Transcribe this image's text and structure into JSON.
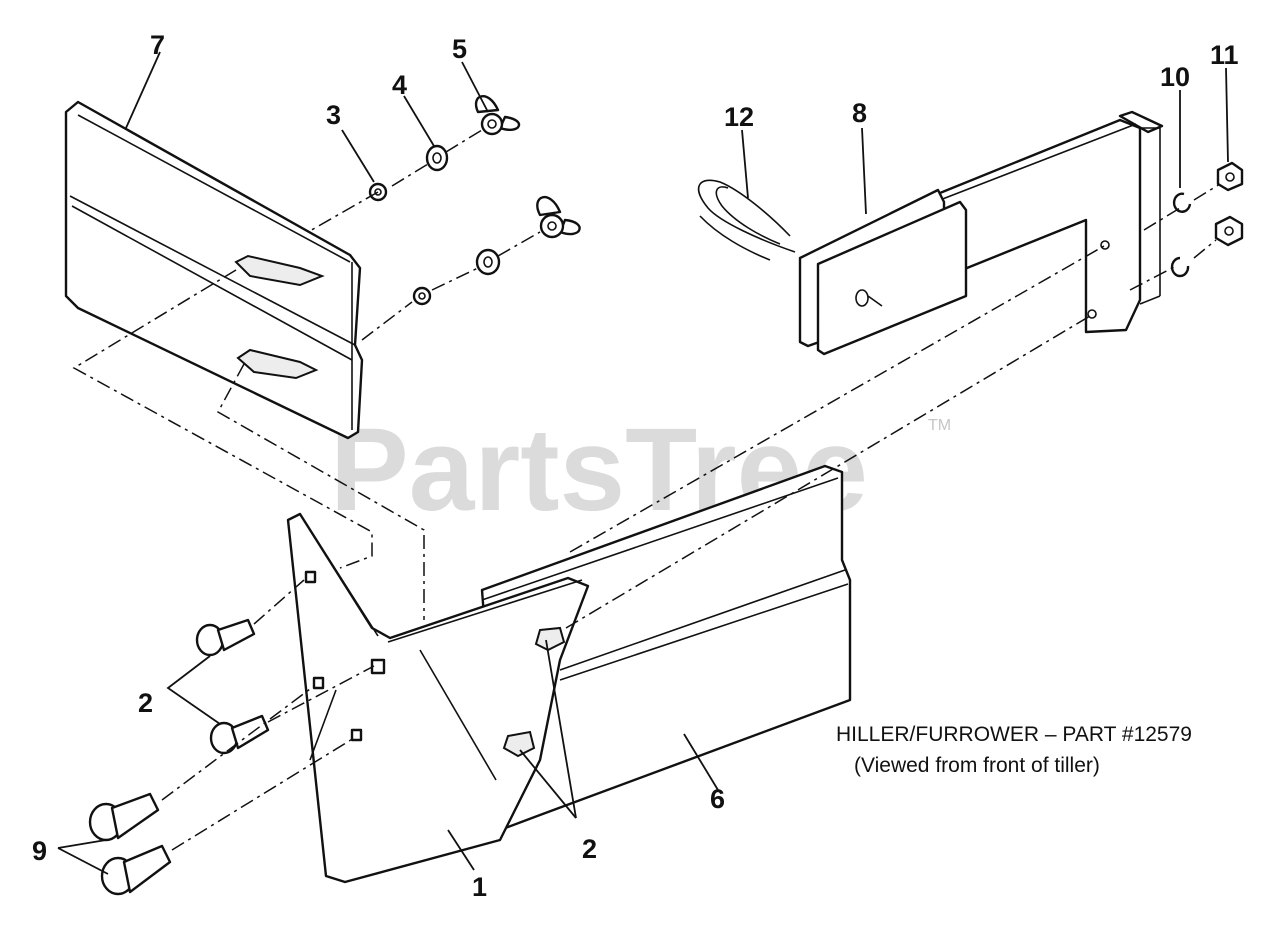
{
  "watermark": {
    "text": "PartsTree",
    "trademark": "TM"
  },
  "caption": {
    "line1": "HILLER/FURROWER – PART #12579",
    "line2": "(Viewed from front of tiller)"
  },
  "callouts": {
    "c1": "1",
    "c2a": "2",
    "c2b": "2",
    "c3": "3",
    "c4": "4",
    "c5": "5",
    "c6": "6",
    "c7": "7",
    "c8": "8",
    "c9": "9",
    "c10": "10",
    "c11": "11",
    "c12": "12"
  }
}
